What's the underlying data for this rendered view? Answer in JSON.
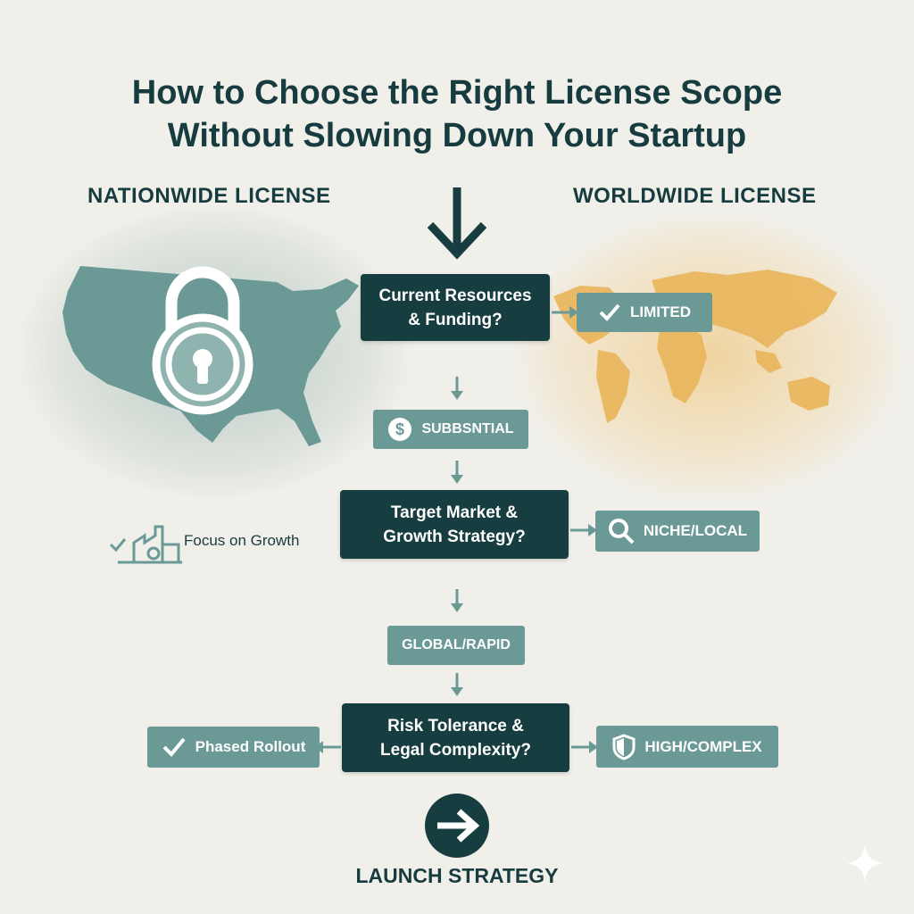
{
  "title": {
    "line1": "How to Choose the Right License Scope",
    "line2": "Without Slowing Down Your Startup"
  },
  "left_heading": "NATIONWIDE LICENSE",
  "right_heading": "WORLDWIDE LICENSE",
  "questions": {
    "q1": {
      "line1": "Current Resources",
      "line2": "& Funding?"
    },
    "q2": {
      "line1": "Target Market &",
      "line2": "Growth Strategy?"
    },
    "q3": {
      "line1": "Risk Tolerance &",
      "line2": "Legal Complexity?"
    }
  },
  "answers": {
    "limited": "LIMITED",
    "substantial": "SUBBSNTIAL",
    "niche_local": "NICHE/LOCAL",
    "global_rapid": "GLOBAL/RAPID",
    "phased_rollout": "Phased Rollout",
    "high_complex": "HIGH/COMPLEX"
  },
  "focus_label": "Focus on Growth",
  "launch_label": "LAUNCH STRATEGY",
  "icons": {
    "top": "down-arrow-icon",
    "nationwide": "padlock-icon",
    "limited": "checkmark-icon",
    "substantial": "dollar-icon",
    "focus": "factory-icon",
    "niche": "magnifier-icon",
    "phased": "checkmark-icon",
    "high": "shield-icon",
    "launch": "right-arrow-circle-icon"
  },
  "colors": {
    "dark": "#163d3f",
    "teal": "#6b9a96",
    "gold": "#e9b55a",
    "background": "#f1efe9"
  }
}
